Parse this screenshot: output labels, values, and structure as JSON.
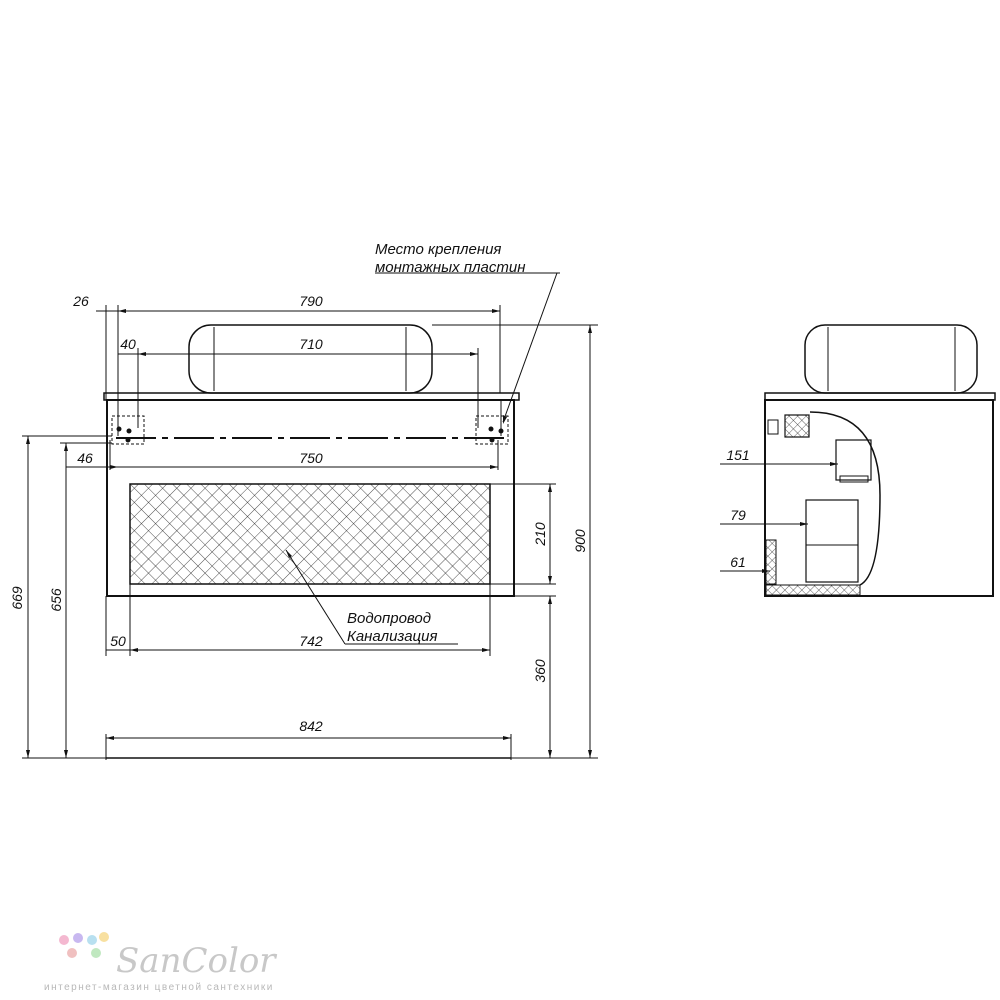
{
  "front_view": {
    "dims": {
      "d26": "26",
      "d790": "790",
      "d40": "40",
      "d710": "710",
      "d46": "46",
      "d750": "750",
      "d210": "210",
      "d900": "900",
      "d669": "669",
      "d656": "656",
      "d50": "50",
      "d742": "742",
      "d360": "360",
      "d842": "842"
    },
    "notes": {
      "mount_line1": "Место крепления",
      "mount_line2": "монтажных пластин",
      "pipe_line1": "Водопровод",
      "pipe_line2": "Канализация"
    }
  },
  "side_view": {
    "dims": {
      "d151": "151",
      "d79": "79",
      "d61": "61"
    }
  },
  "logo": {
    "title": "SanColor",
    "subtitle": "интернет-магазин цветной сантехники",
    "dot_colors": [
      "#f4b8d0",
      "#c8b8f0",
      "#b8e0f0",
      "#f8e0a0",
      "#f0c0c0",
      "#c0e8c0"
    ]
  }
}
